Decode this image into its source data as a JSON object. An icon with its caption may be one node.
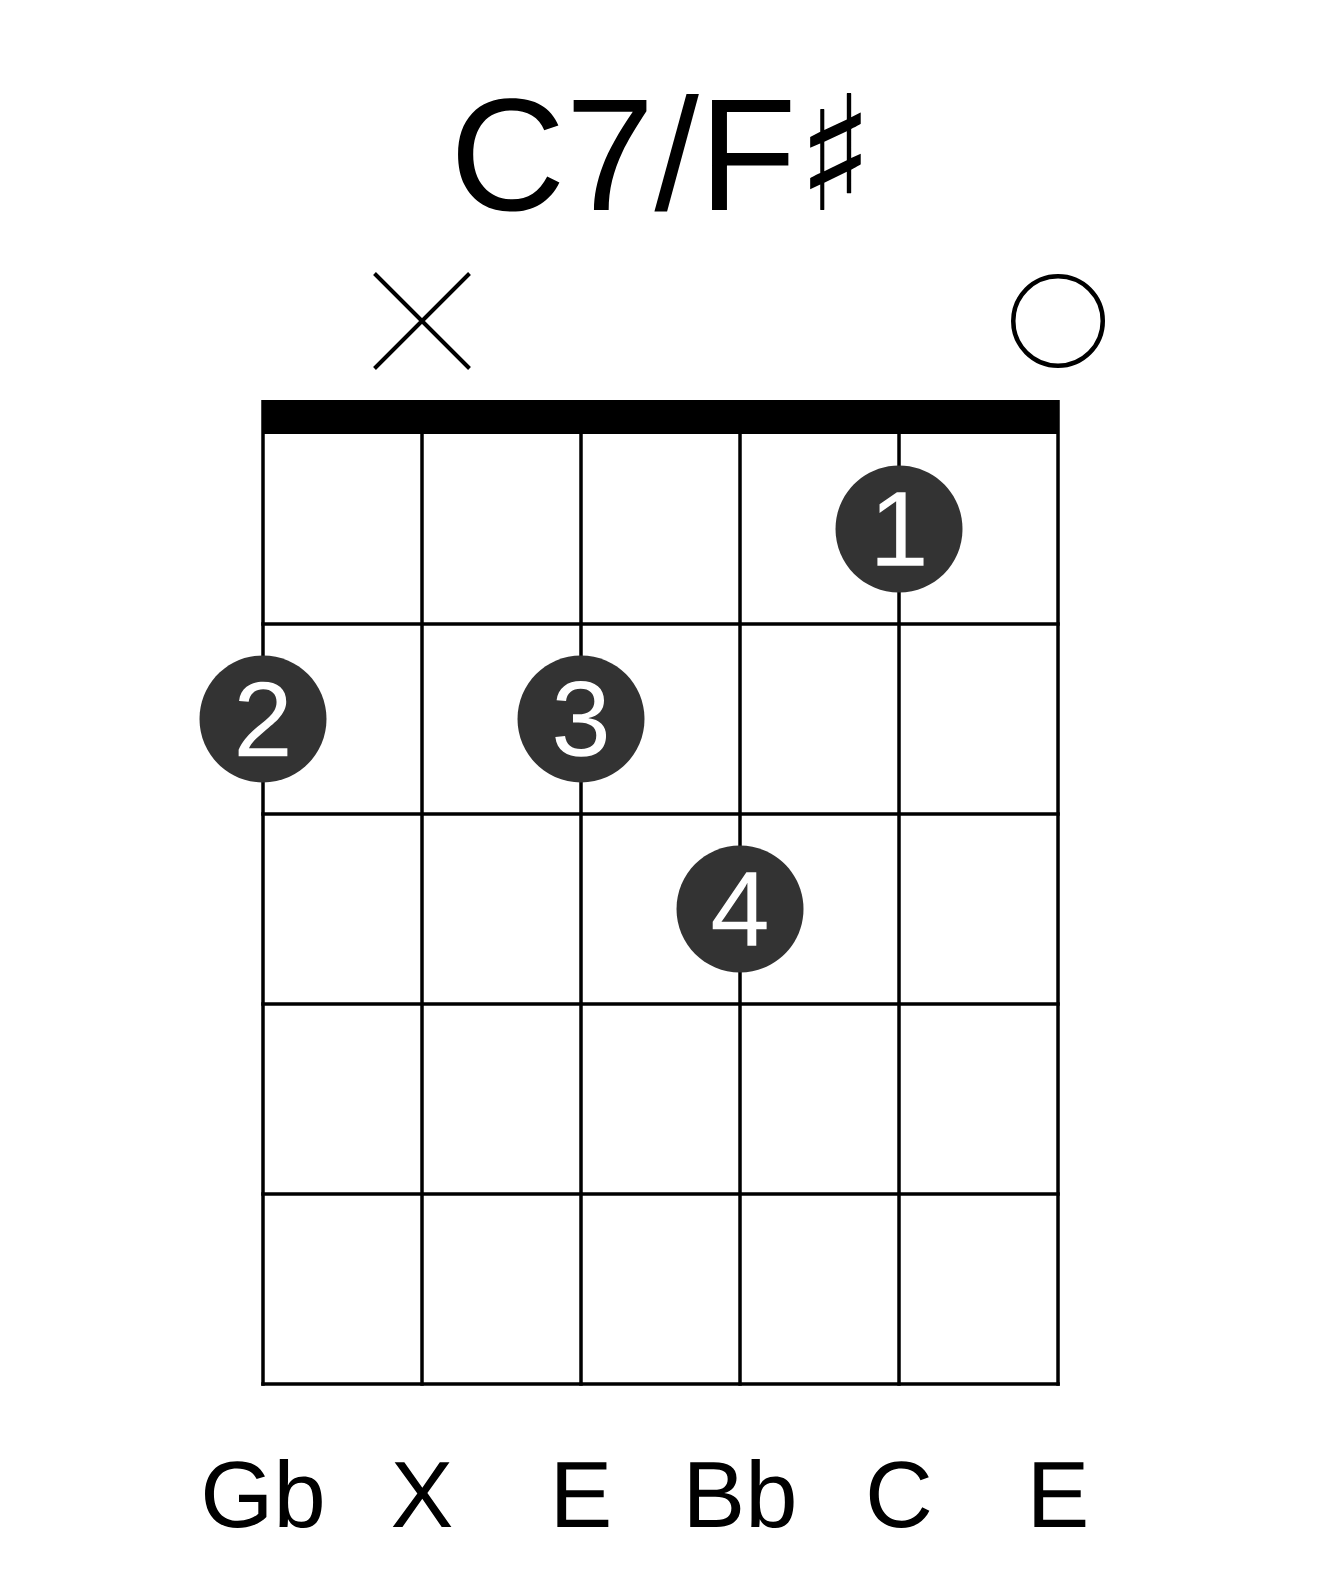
{
  "diagram": {
    "title": "C7/F♯",
    "nodes": [
      {
        "text": [],
        "shape": "circle"
      },
      {
        "text": [
          "1"
        ]
      },
      {
        "text": [
          "2"
        ]
      },
      {
        "text": [
          "3"
        ]
      },
      {
        "text": [
          "4"
        ]
      }
    ],
    "labels": [
      "Gb",
      "X",
      "E",
      "Bb",
      "C",
      "E"
    ]
  }
}
